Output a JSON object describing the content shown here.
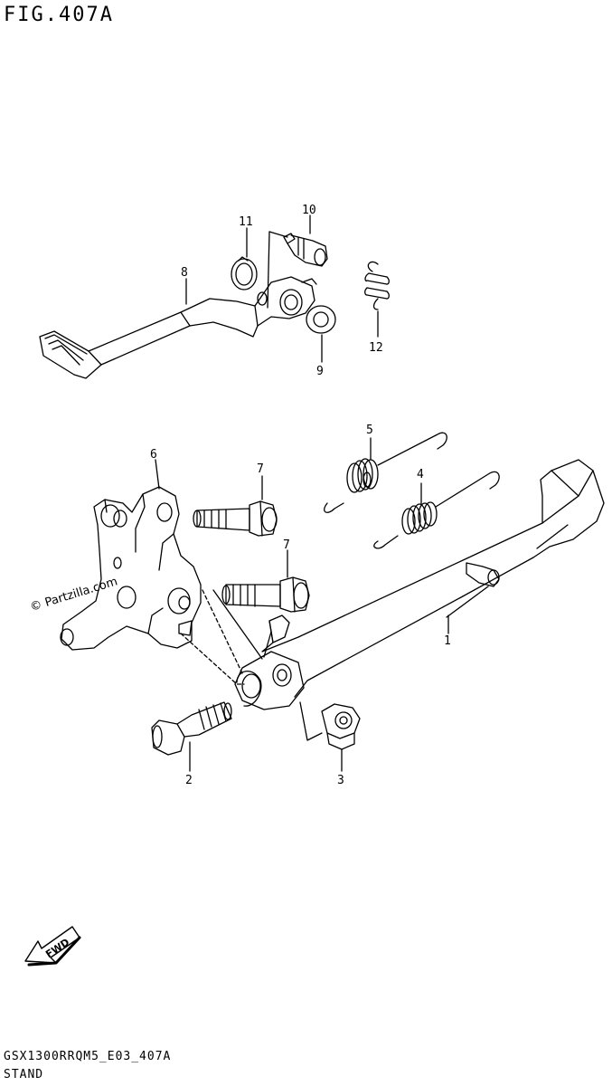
{
  "figure": {
    "title": "FIG.407A",
    "code": "GSX1300RRQM5_E03_407A",
    "subtitle": "STAND",
    "watermark": "© Partzilla.com",
    "fwd_label": "FWD"
  },
  "callouts": [
    {
      "id": "1",
      "label": "1"
    },
    {
      "id": "2",
      "label": "2"
    },
    {
      "id": "3",
      "label": "3"
    },
    {
      "id": "4",
      "label": "4"
    },
    {
      "id": "5",
      "label": "5"
    },
    {
      "id": "6",
      "label": "6"
    },
    {
      "id": "7a",
      "label": "7"
    },
    {
      "id": "7b",
      "label": "7"
    },
    {
      "id": "8",
      "label": "8"
    },
    {
      "id": "9",
      "label": "9"
    },
    {
      "id": "10",
      "label": "10"
    },
    {
      "id": "11",
      "label": "11"
    },
    {
      "id": "12",
      "label": "12"
    }
  ],
  "colors": {
    "line": "#000000",
    "background": "#ffffff"
  }
}
